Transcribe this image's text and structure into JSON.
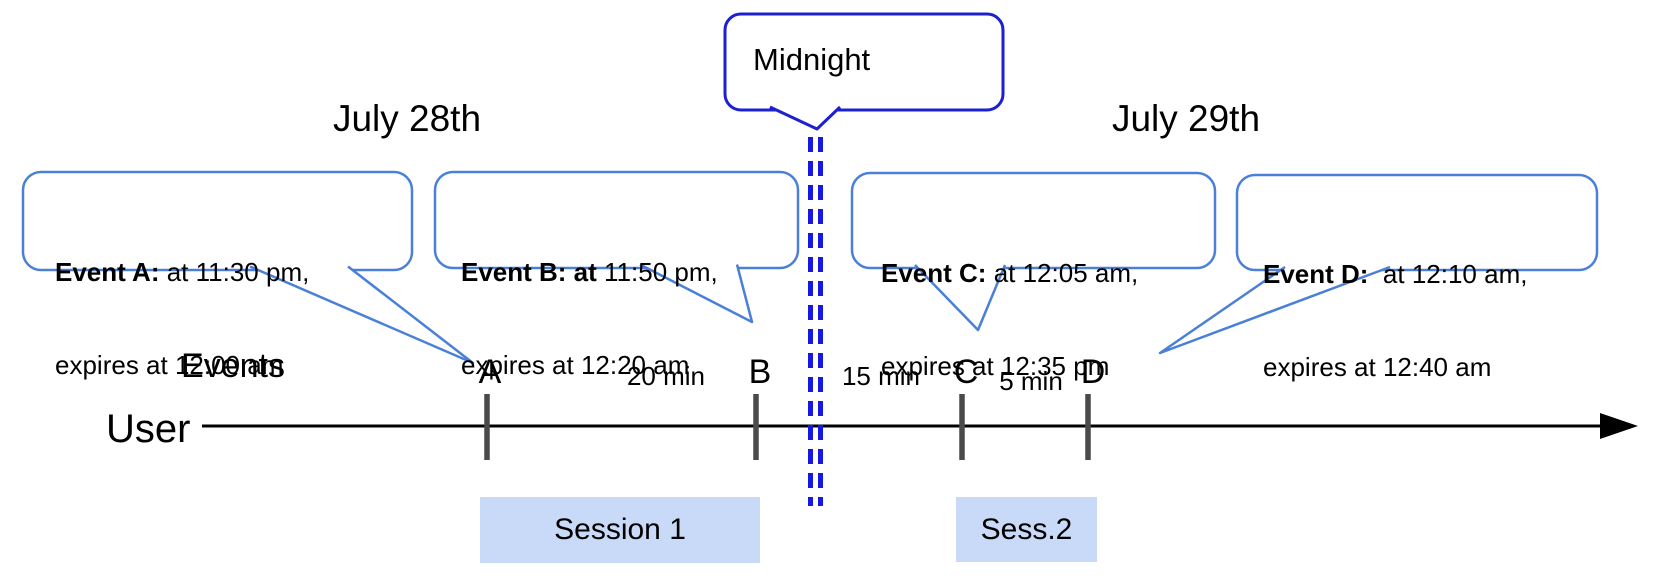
{
  "titles": {
    "july28": "July 28th",
    "july29": "July 29th"
  },
  "midnight_label": "Midnight",
  "axis": {
    "events_label": "Events",
    "user_label": "User"
  },
  "bubbles": {
    "a": {
      "bold": "Event A:",
      "rest": " at 11:30 pm,",
      "line2": "expires at 12:00 am"
    },
    "b": {
      "bold": "Event B: at",
      "rest": " 11:50 pm,",
      "line2": "expires at 12:20 am"
    },
    "c": {
      "bold": "Event C:",
      "rest": " at 12:05 am,",
      "line2": "expires at 12:35 pm"
    },
    "d": {
      "bold": "Event D:",
      "rest": "  at 12:10 am,",
      "line2": "expires at 12:40 am"
    }
  },
  "tick_labels": {
    "a": "A",
    "b": "B",
    "c": "C",
    "d": "D"
  },
  "intervals": {
    "ab": "20 min",
    "bc": "15 min",
    "cd": "5 min"
  },
  "sessions": {
    "s1": "Session 1",
    "s2": "Sess.2"
  },
  "colors": {
    "event_bubble_border": "#4a80d8",
    "midnight_bubble_border": "#1c20d0",
    "midnight_dashed_line": "#1717e2",
    "session_fill": "#c9daf8",
    "tick_mark": "#4a4a4a",
    "timeline": "#000000"
  }
}
